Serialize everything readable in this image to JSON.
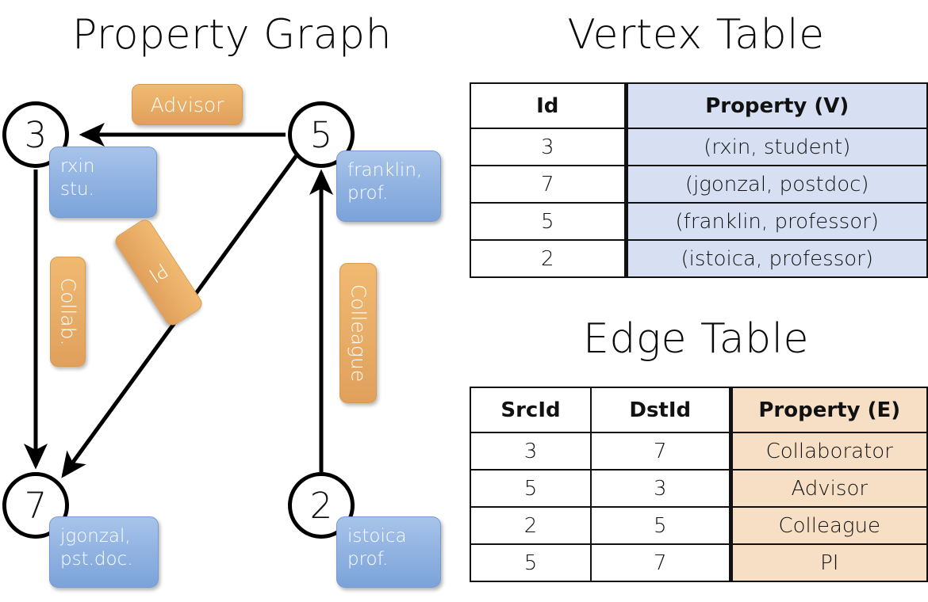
{
  "titles": {
    "property_graph": "Property Graph",
    "vertex_table": "Vertex Table",
    "edge_table": "Edge Table"
  },
  "graph": {
    "nodes": [
      {
        "id": "3",
        "label": "3",
        "property": "rxin\nstu."
      },
      {
        "id": "5",
        "label": "5",
        "property": "franklin,\nprof."
      },
      {
        "id": "7",
        "label": "7",
        "property": "jgonzal,\npst.doc."
      },
      {
        "id": "2",
        "label": "2",
        "property": "istoica\nprof."
      }
    ],
    "edge_labels": {
      "advisor": "Advisor",
      "collab": "Collab.",
      "pi": "PI",
      "colleague": "Colleague"
    },
    "edges": [
      {
        "src": "5",
        "dst": "3",
        "label": "Advisor"
      },
      {
        "src": "3",
        "dst": "7",
        "label": "Collab."
      },
      {
        "src": "5",
        "dst": "7",
        "label": "PI"
      },
      {
        "src": "2",
        "dst": "5",
        "label": "Colleague"
      }
    ]
  },
  "vertex_table": {
    "headers": [
      "Id",
      "Property (V)"
    ],
    "rows": [
      [
        "3",
        "(rxin, student)"
      ],
      [
        "7",
        "(jgonzal, postdoc)"
      ],
      [
        "5",
        "(franklin, professor)"
      ],
      [
        "2",
        "(istoica, professor)"
      ]
    ]
  },
  "edge_table": {
    "headers": [
      "SrcId",
      "DstId",
      "Property (E)"
    ],
    "rows": [
      [
        "3",
        "7",
        "Collaborator"
      ],
      [
        "5",
        "3",
        "Advisor"
      ],
      [
        "2",
        "5",
        "Colleague"
      ],
      [
        "5",
        "7",
        "PI"
      ]
    ]
  },
  "colors": {
    "vertex_property_fill": "#d6e0f2",
    "edge_property_fill": "#f7dfc5",
    "node_box_blue": "#93b4e2",
    "edge_label_orange": "#eab06a",
    "stroke": "#111111",
    "background": "#ffffff"
  }
}
